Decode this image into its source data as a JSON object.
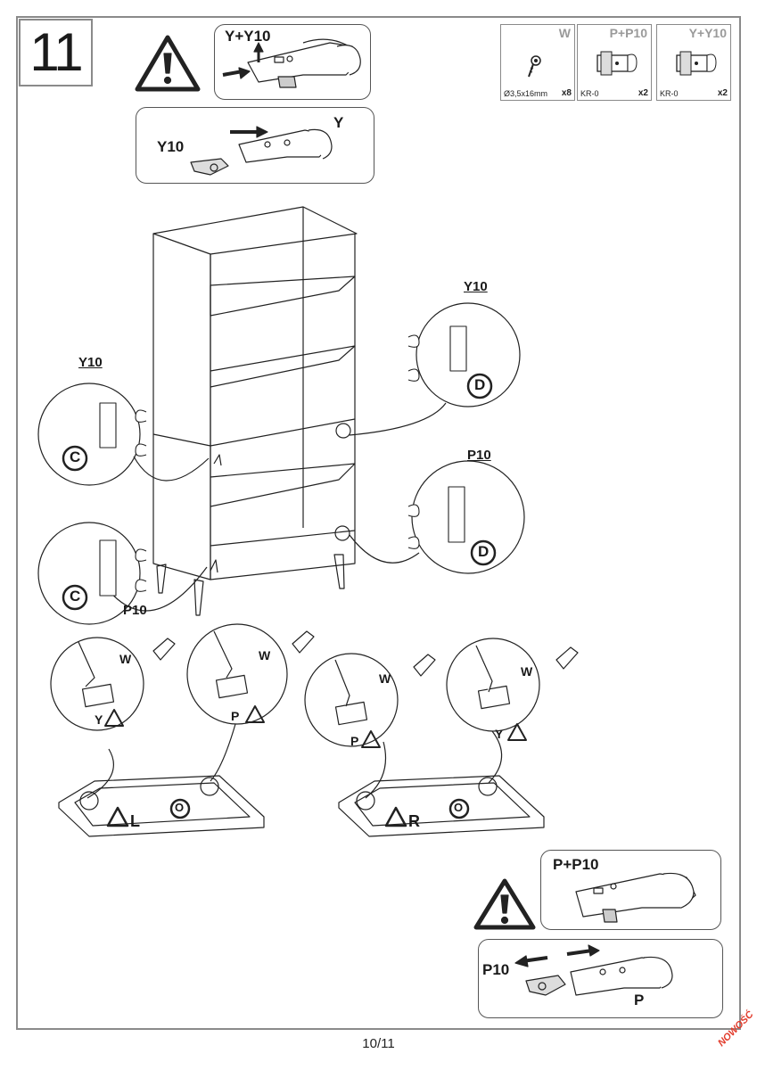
{
  "step": {
    "number": "11"
  },
  "parts": [
    {
      "code": "W",
      "spec": "Ø3,5x16mm",
      "qty": "x8",
      "icon": "screw-icon"
    },
    {
      "code": "P+P10",
      "spec": "KR-0",
      "qty": "x2",
      "icon": "hinge-icon"
    },
    {
      "code": "Y+Y10",
      "spec": "KR-0",
      "qty": "x2",
      "icon": "hinge-icon"
    }
  ],
  "hinge_labels": {
    "top_warning": "Y+Y10",
    "assembly_y10": "Y10",
    "assembly_y": "Y",
    "bottom_warning": "P+P10",
    "assembly_p10": "P10",
    "assembly_p": "P"
  },
  "callouts": {
    "upper_right": "Y10",
    "upper_left": "Y10",
    "lower_right": "P10",
    "lower_left": "P10",
    "letter_d": "D",
    "letter_c": "C"
  },
  "details": [
    {
      "hinge": "Y",
      "screw": "W"
    },
    {
      "hinge": "P",
      "screw": "W"
    },
    {
      "hinge": "P",
      "screw": "W"
    },
    {
      "hinge": "Y",
      "screw": "W"
    }
  ],
  "doors": [
    {
      "side": "L",
      "marker": "O"
    },
    {
      "side": "R",
      "marker": "O"
    }
  ],
  "footer": {
    "page": "10/11",
    "badge": "NOWOŚĆ"
  }
}
